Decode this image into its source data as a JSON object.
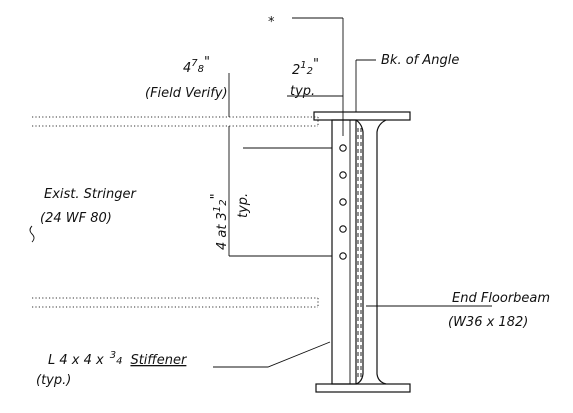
{
  "labels": {
    "asterisk": "*",
    "edge_distance_main": "4",
    "edge_distance_sup": "7",
    "edge_distance_sub": "8",
    "edge_distance_unit": "\"",
    "field_verify": "(Field Verify)",
    "gage_main": "2",
    "gage_sup": "1",
    "gage_sub": "2",
    "gage_unit": "\"",
    "gage_typ": "typ.",
    "back_of_angle": "Bk. of Angle",
    "stringer_name": "Exist. Stringer",
    "stringer_size": "(24 WF 80)",
    "spacing_main": "4 at 3",
    "spacing_sup": "1",
    "spacing_sub": "2",
    "spacing_unit": "\"",
    "spacing_typ": "typ.",
    "floorbeam_name": "End Floorbeam",
    "floorbeam_size": "(W36 x 182)",
    "stiffener_main": "L 4 x 4 x",
    "stiffener_sup": "3",
    "stiffener_sub": "4",
    "stiffener_name": "Stiffener",
    "stiffener_typ": "(typ.)"
  },
  "bolts": {
    "count": 5
  }
}
